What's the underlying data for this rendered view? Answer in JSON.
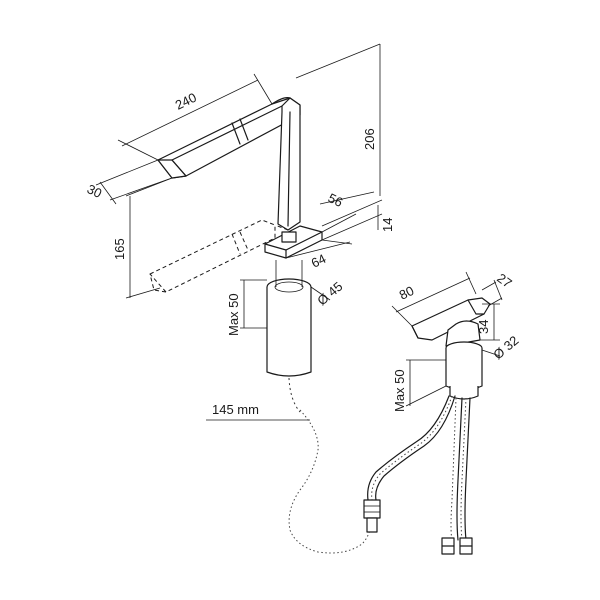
{
  "dims": {
    "spout_length": "240",
    "spout_width": "30",
    "spout_height": "206",
    "pullout_drop": "165",
    "base_depth": "56",
    "base_thickness": "14",
    "base_width": "64",
    "body_diameter": "Ø 45",
    "max_deck_main": "Max 50",
    "hose_length": "145 mm",
    "lever_length": "80",
    "lever_width": "27",
    "lever_height": "34",
    "lever_diameter": "Ø 32",
    "max_deck_lever": "Max 50"
  },
  "colors": {
    "line": "#1a1a1a",
    "background": "#ffffff"
  }
}
